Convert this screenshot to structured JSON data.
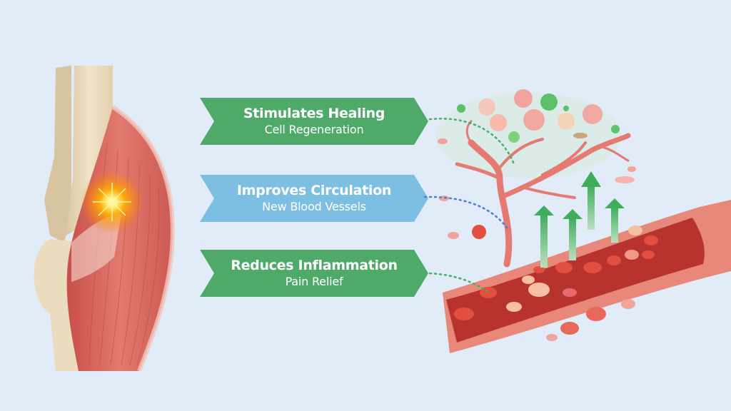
{
  "benefits": [
    {
      "title": "Stimulates Healing",
      "subtitle": "Cell Regeneration",
      "color": "#4faa6a",
      "connector_color": "#45b06b"
    },
    {
      "title": "Improves Circulation",
      "subtitle": "New Blood Vessels",
      "color": "#7dbfe3",
      "connector_color": "#4a7fd6"
    },
    {
      "title": "Reduces Inflammation",
      "subtitle": "Pain Relief",
      "color": "#4faa6a",
      "connector_color": "#45b06b"
    }
  ],
  "colors": {
    "background": "#e1ecf8",
    "bone": "#ecdcbf",
    "muscle": "#d9675f",
    "glow": "#ffb400",
    "vessel_wall": "#e8887b",
    "vessel_lumen": "#b8332e",
    "arrow_green": "#4cb86a"
  }
}
